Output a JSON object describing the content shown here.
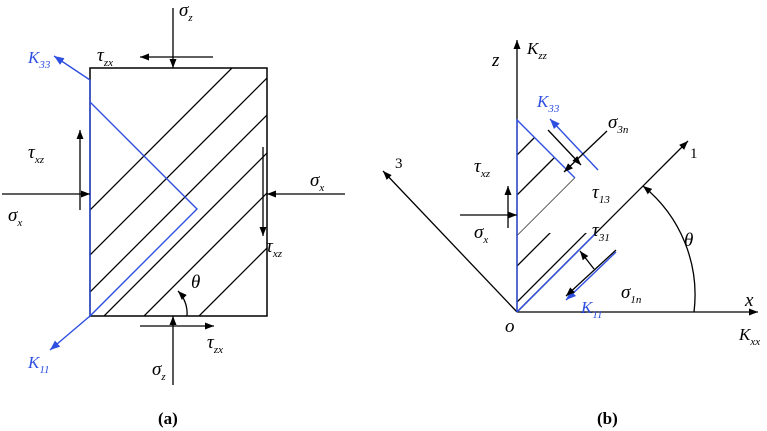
{
  "panel_a": {
    "caption": "(a)",
    "k33": {
      "main": "K",
      "sub": "33"
    },
    "k11": {
      "main": "K",
      "sub": "11"
    },
    "sigma_z_top": {
      "main": "σ",
      "sub": "z"
    },
    "sigma_z_bottom": {
      "main": "σ",
      "sub": "z"
    },
    "sigma_x_left": {
      "main": "σ",
      "sub": "x"
    },
    "sigma_x_right": {
      "main": "σ",
      "sub": "x"
    },
    "tau_zx_top": {
      "main": "τ",
      "sub": "zx"
    },
    "tau_zx_bottom": {
      "main": "τ",
      "sub": "zx"
    },
    "tau_xz_left": {
      "main": "τ",
      "sub": "xz"
    },
    "tau_xz_right": {
      "main": "τ",
      "sub": "xz"
    },
    "theta": "θ"
  },
  "panel_b": {
    "caption": "(b)",
    "z_axis": "z",
    "x_axis": "x",
    "origin": "o",
    "axis_1": "1",
    "axis_3": "3",
    "kzz": {
      "main": "K",
      "sub": "zz"
    },
    "kxx": {
      "main": "K",
      "sub": "xx"
    },
    "k33": {
      "main": "K",
      "sub": "33"
    },
    "k11": {
      "main": "K",
      "sub": "11"
    },
    "sigma_3n": {
      "main": "σ",
      "sub": "3n"
    },
    "sigma_1n": {
      "main": "σ",
      "sub": "1n"
    },
    "tau_13": {
      "main": "τ",
      "sub": "13"
    },
    "tau_31": {
      "main": "τ",
      "sub": "31"
    },
    "tau_xz": {
      "main": "τ",
      "sub": "xz"
    },
    "sigma_x": {
      "main": "σ",
      "sub": "x"
    },
    "theta": "θ"
  },
  "colors": {
    "blue": "#2e4fe0",
    "black": "#000000"
  }
}
